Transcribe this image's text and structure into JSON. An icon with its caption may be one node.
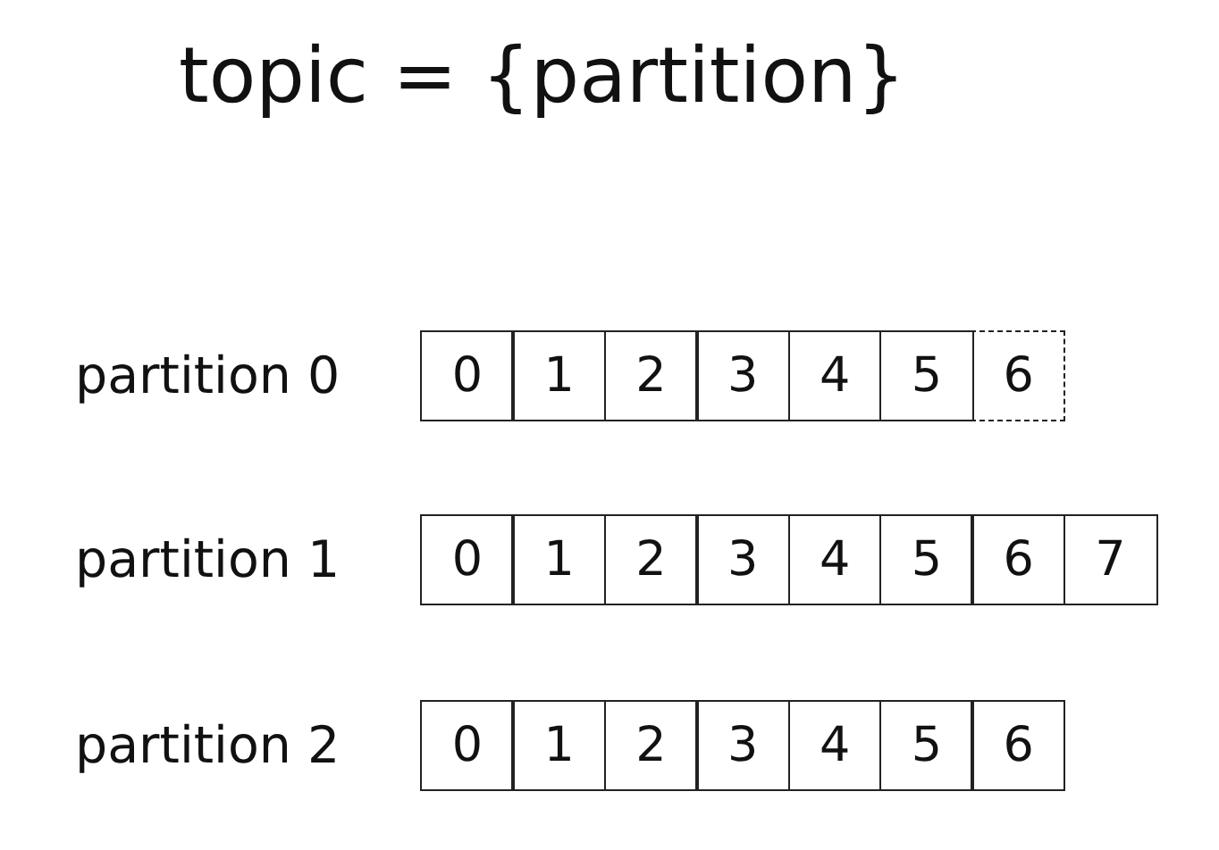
{
  "diagram": {
    "title": "topic = {partition}",
    "nodes": [
      {
        "text": [
          "0"
        ]
      },
      {
        "text": [
          "1"
        ]
      },
      {
        "text": [
          "2"
        ]
      },
      {
        "text": [
          "3"
        ]
      },
      {
        "text": [
          "4"
        ]
      },
      {
        "text": [
          "5"
        ]
      },
      {
        "text": [
          "6"
        ]
      },
      {
        "text": [
          "0"
        ]
      },
      {
        "text": [
          "1"
        ]
      },
      {
        "text": [
          "2"
        ]
      },
      {
        "text": [
          "3"
        ]
      },
      {
        "text": [
          "4"
        ]
      },
      {
        "text": [
          "5"
        ]
      },
      {
        "text": [
          "6"
        ]
      },
      {
        "text": [
          "7"
        ]
      },
      {
        "text": [
          "0"
        ]
      },
      {
        "text": [
          "1"
        ]
      },
      {
        "text": [
          "2"
        ]
      },
      {
        "text": [
          "3"
        ]
      },
      {
        "text": [
          "4"
        ]
      },
      {
        "text": [
          "5"
        ]
      },
      {
        "text": [
          "6"
        ]
      }
    ],
    "edges": [],
    "labels": [
      "partition 0",
      "partition 1",
      "partition 2"
    ]
  }
}
